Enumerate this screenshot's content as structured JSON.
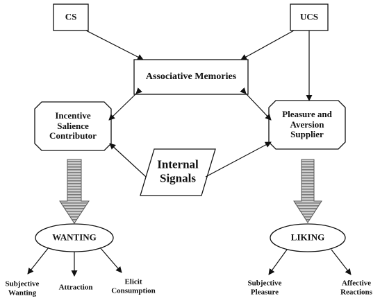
{
  "nodes": {
    "cs": "CS",
    "ucs": "UCS",
    "associative_memories": "Associative Memories",
    "incentive_salience": "Incentive\nSalience\nContributor",
    "pleasure_aversion": "Pleasure and\nAversion\nSupplier",
    "internal_signals": "Internal\nSignals",
    "wanting": "WANTING",
    "liking": "LIKING"
  },
  "outcomes": {
    "subjective_wanting": "Subjective\nWanting",
    "attraction": "Attraction",
    "elicit_consumption": "Elicit\nConsumption",
    "subjective_pleasure": "Subjective\nPleasure",
    "affective_reactions": "Affective\nReactions"
  },
  "colors": {
    "ink": "#111111",
    "block_arrow_fill": "#bdbdbd",
    "block_arrow_stripe": "#777777"
  }
}
